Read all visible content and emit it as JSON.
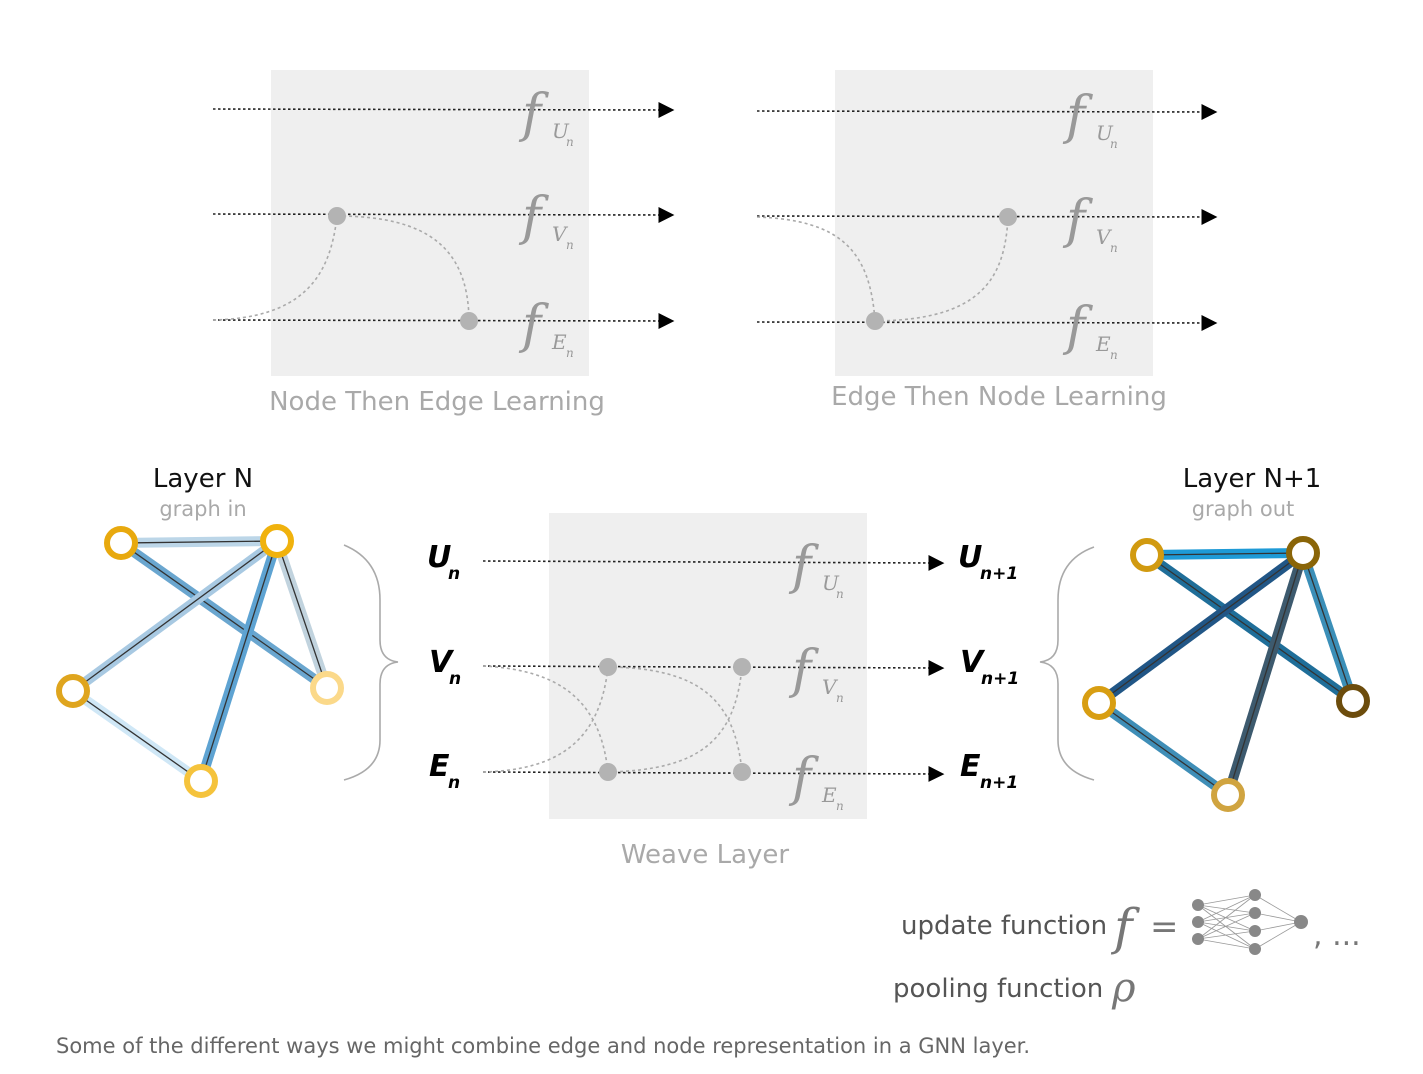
{
  "panels": {
    "node_then_edge": {
      "label": "Node Then Edge Learning"
    },
    "edge_then_node": {
      "label": "Edge Then Node Learning"
    },
    "weave": {
      "label": "Weave Layer"
    }
  },
  "function_symbols": {
    "f": "f",
    "u_sub": "U",
    "v_sub": "V",
    "e_sub": "E",
    "n_sub": "n"
  },
  "layer_in": {
    "title": "Layer N",
    "subtitle": "graph in"
  },
  "layer_out": {
    "title": "Layer N+1",
    "subtitle": "graph out"
  },
  "inputs": [
    {
      "base": "U",
      "sub": "n"
    },
    {
      "base": "V",
      "sub": "n"
    },
    {
      "base": "E",
      "sub": "n"
    }
  ],
  "outputs": [
    {
      "base": "U",
      "sub": "n+1"
    },
    {
      "base": "V",
      "sub": "n+1"
    },
    {
      "base": "E",
      "sub": "n+1"
    }
  ],
  "legend": {
    "update_label": "update function",
    "update_symbol": "f",
    "equals": "=",
    "ellipsis": ", ...",
    "pooling_label": "pooling function",
    "pooling_symbol": "ρ"
  },
  "caption": "Some of the different ways we might combine edge and node representation in a GNN layer.",
  "colors": {
    "panel_bg": "#efefef",
    "node_ring_in": "#e8a90e",
    "node_ring_out": "#c8900a",
    "edge_light_blue": "#9ecae1",
    "edge_dark_blue": "#1f5f8b",
    "junction": "#b3b3b3"
  }
}
